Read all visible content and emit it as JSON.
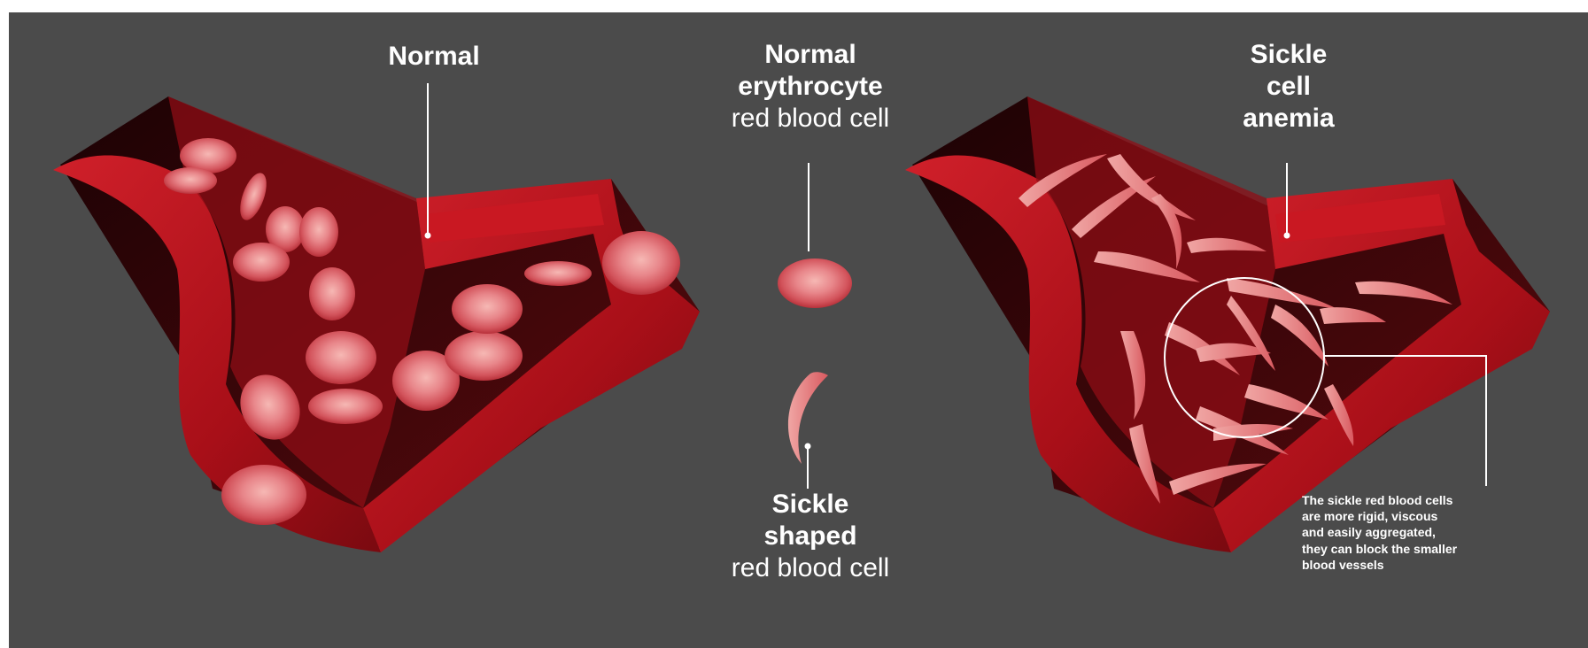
{
  "labels": {
    "normal": "Normal",
    "normal_cell_line1": "Normal",
    "normal_cell_line2": "erythrocyte",
    "normal_cell_line3": "red blood cell",
    "sickle_anemia_line1": "Sickle",
    "sickle_anemia_line2": "cell",
    "sickle_anemia_line3": "anemia",
    "sickle_cell_line1": "Sickle",
    "sickle_cell_line2": "shaped",
    "sickle_cell_line3": "red blood cell"
  },
  "note": {
    "line1": "The sickle red blood cells",
    "line2": "are more rigid, viscous",
    "line3": "and easily aggregated,",
    "line4": "they can block the smaller",
    "line5": "blood vessels"
  },
  "colors": {
    "background": "#4b4b4b",
    "vessel": "#b3121c",
    "vessel_dark": "#6e0a10",
    "cell": "#e06a6e",
    "cell_center": "#f2a5a3",
    "label": "#ffffff"
  }
}
